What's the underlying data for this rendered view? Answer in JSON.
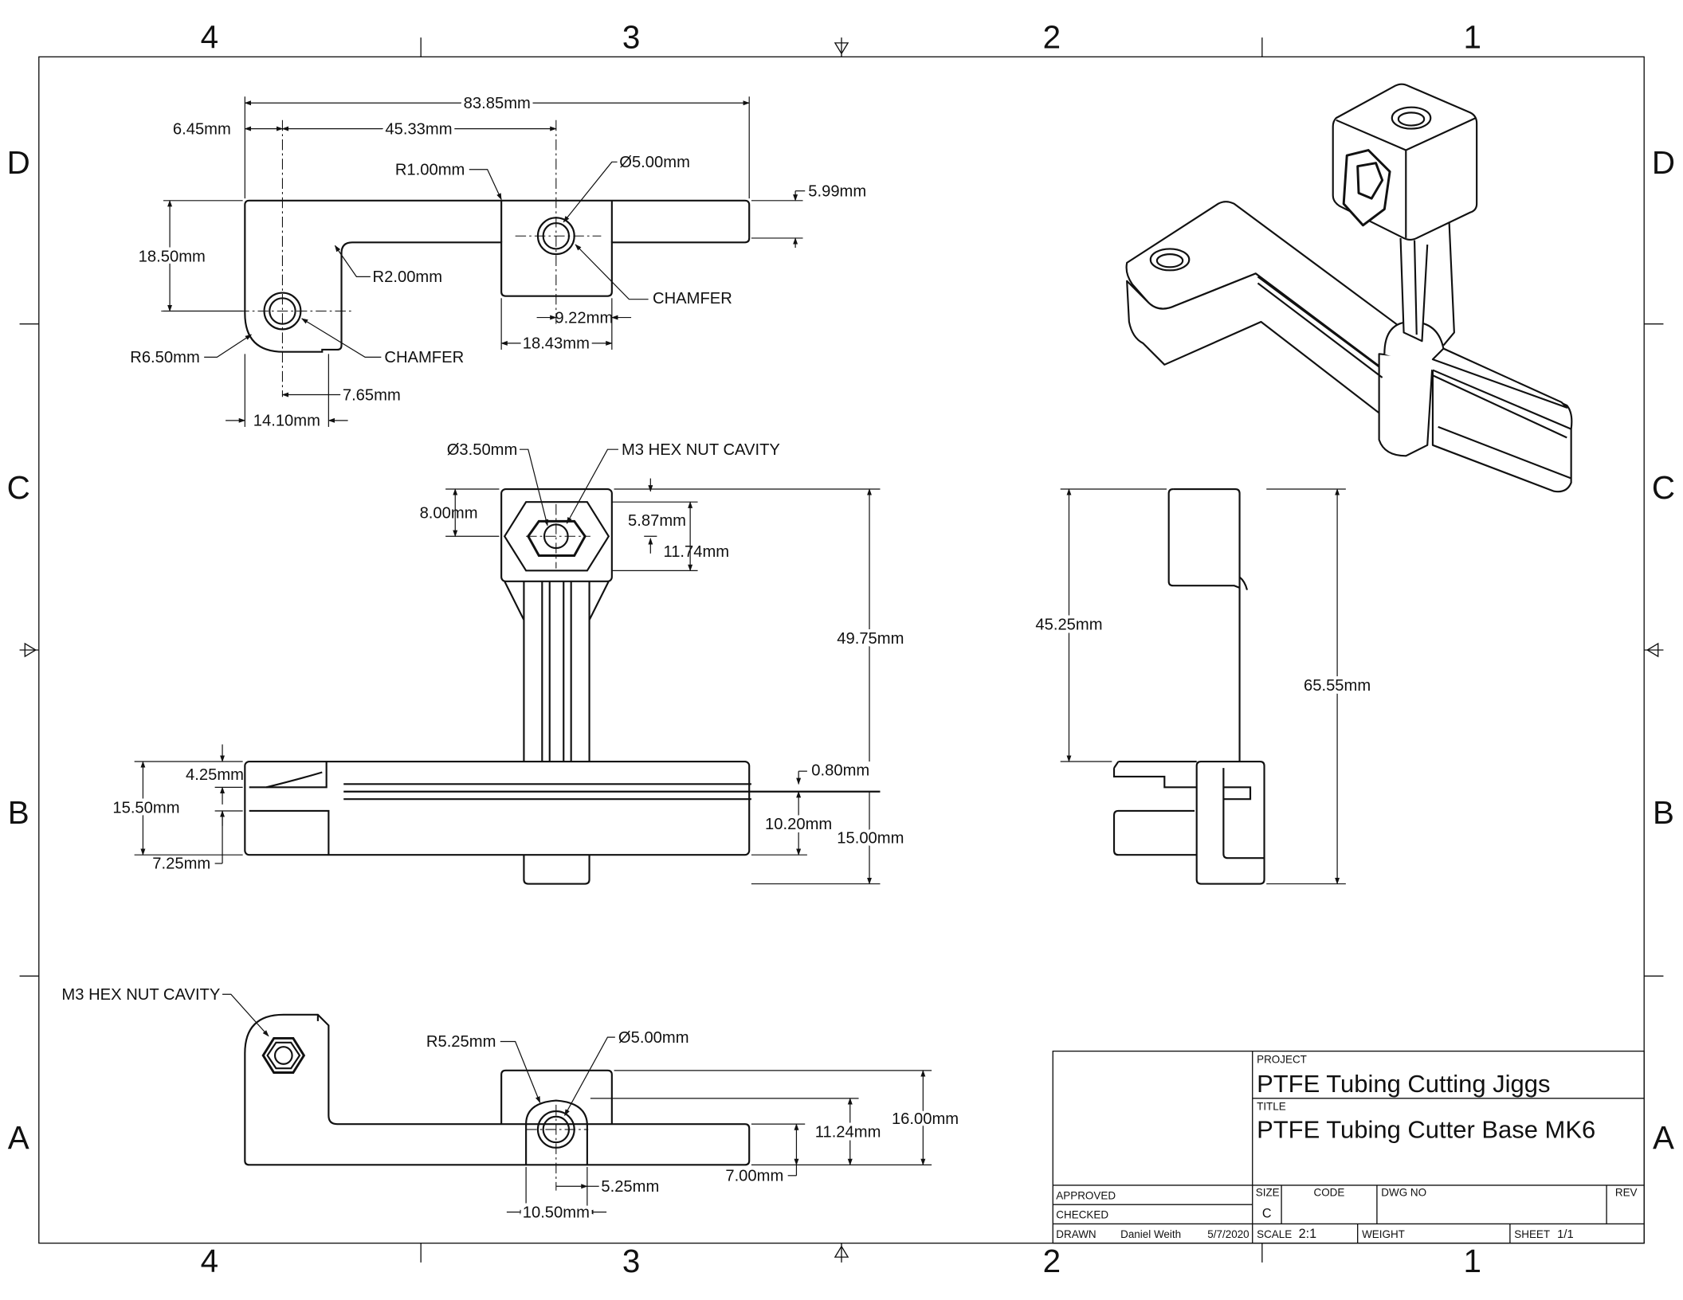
{
  "zones": {
    "columns": [
      "4",
      "3",
      "2",
      "1"
    ],
    "rows": [
      "D",
      "C",
      "B",
      "A"
    ]
  },
  "top_view": {
    "overall_length": "83.85mm",
    "hole_offset_x": "6.45mm",
    "hole_spacing": "45.33mm",
    "edge_radius": "R1.00mm",
    "hole_diameter": "Ø5.00mm",
    "arm_width": "5.99mm",
    "height": "18.50mm",
    "inner_radius": "R2.00mm",
    "chamfer_right": "CHAMFER",
    "block_half": "9.22mm",
    "block_width": "18.43mm",
    "corner_radius": "R6.50mm",
    "chamfer_left": "CHAMFER",
    "left_offset": "7.65mm",
    "left_width": "14.10mm"
  },
  "front_view": {
    "hole_diameter": "Ø3.50mm",
    "hex_label": "M3 HEX NUT CAVITY",
    "hex_offset": "8.00mm",
    "hex_half": "5.87mm",
    "hex_full": "11.74mm",
    "post_height": "49.75mm",
    "lip_height": "4.25mm",
    "slot_width": "0.80mm",
    "base_height": "15.50mm",
    "gap_height": "10.20mm",
    "foot_height": "15.00mm",
    "bottom_height": "7.25mm"
  },
  "side_view": {
    "upper_height": "45.25mm",
    "total_height": "65.55mm"
  },
  "bottom_view": {
    "hex_label": "M3 HEX NUT CAVITY",
    "boss_radius": "R5.25mm",
    "hole_diameter": "Ø5.00mm",
    "boss_height": "11.24mm",
    "total_height": "16.00mm",
    "bar_height": "7.00mm",
    "half_width": "5.25mm",
    "boss_width": "10.50mm"
  },
  "title_block": {
    "project_label": "PROJECT",
    "project": "PTFE Tubing Cutting Jiggs",
    "title_label": "TITLE",
    "title": "PTFE Tubing Cutter Base MK6",
    "approved_label": "APPROVED",
    "checked_label": "CHECKED",
    "drawn_label": "DRAWN",
    "drawn_by": "Daniel Weith",
    "date": "5/7/2020",
    "size_label": "SIZE",
    "size": "C",
    "code_label": "CODE",
    "dwg_label": "DWG NO",
    "rev_label": "REV",
    "scale_label": "SCALE",
    "scale": "2:1",
    "weight_label": "WEIGHT",
    "sheet_label": "SHEET",
    "sheet": "1/1"
  }
}
